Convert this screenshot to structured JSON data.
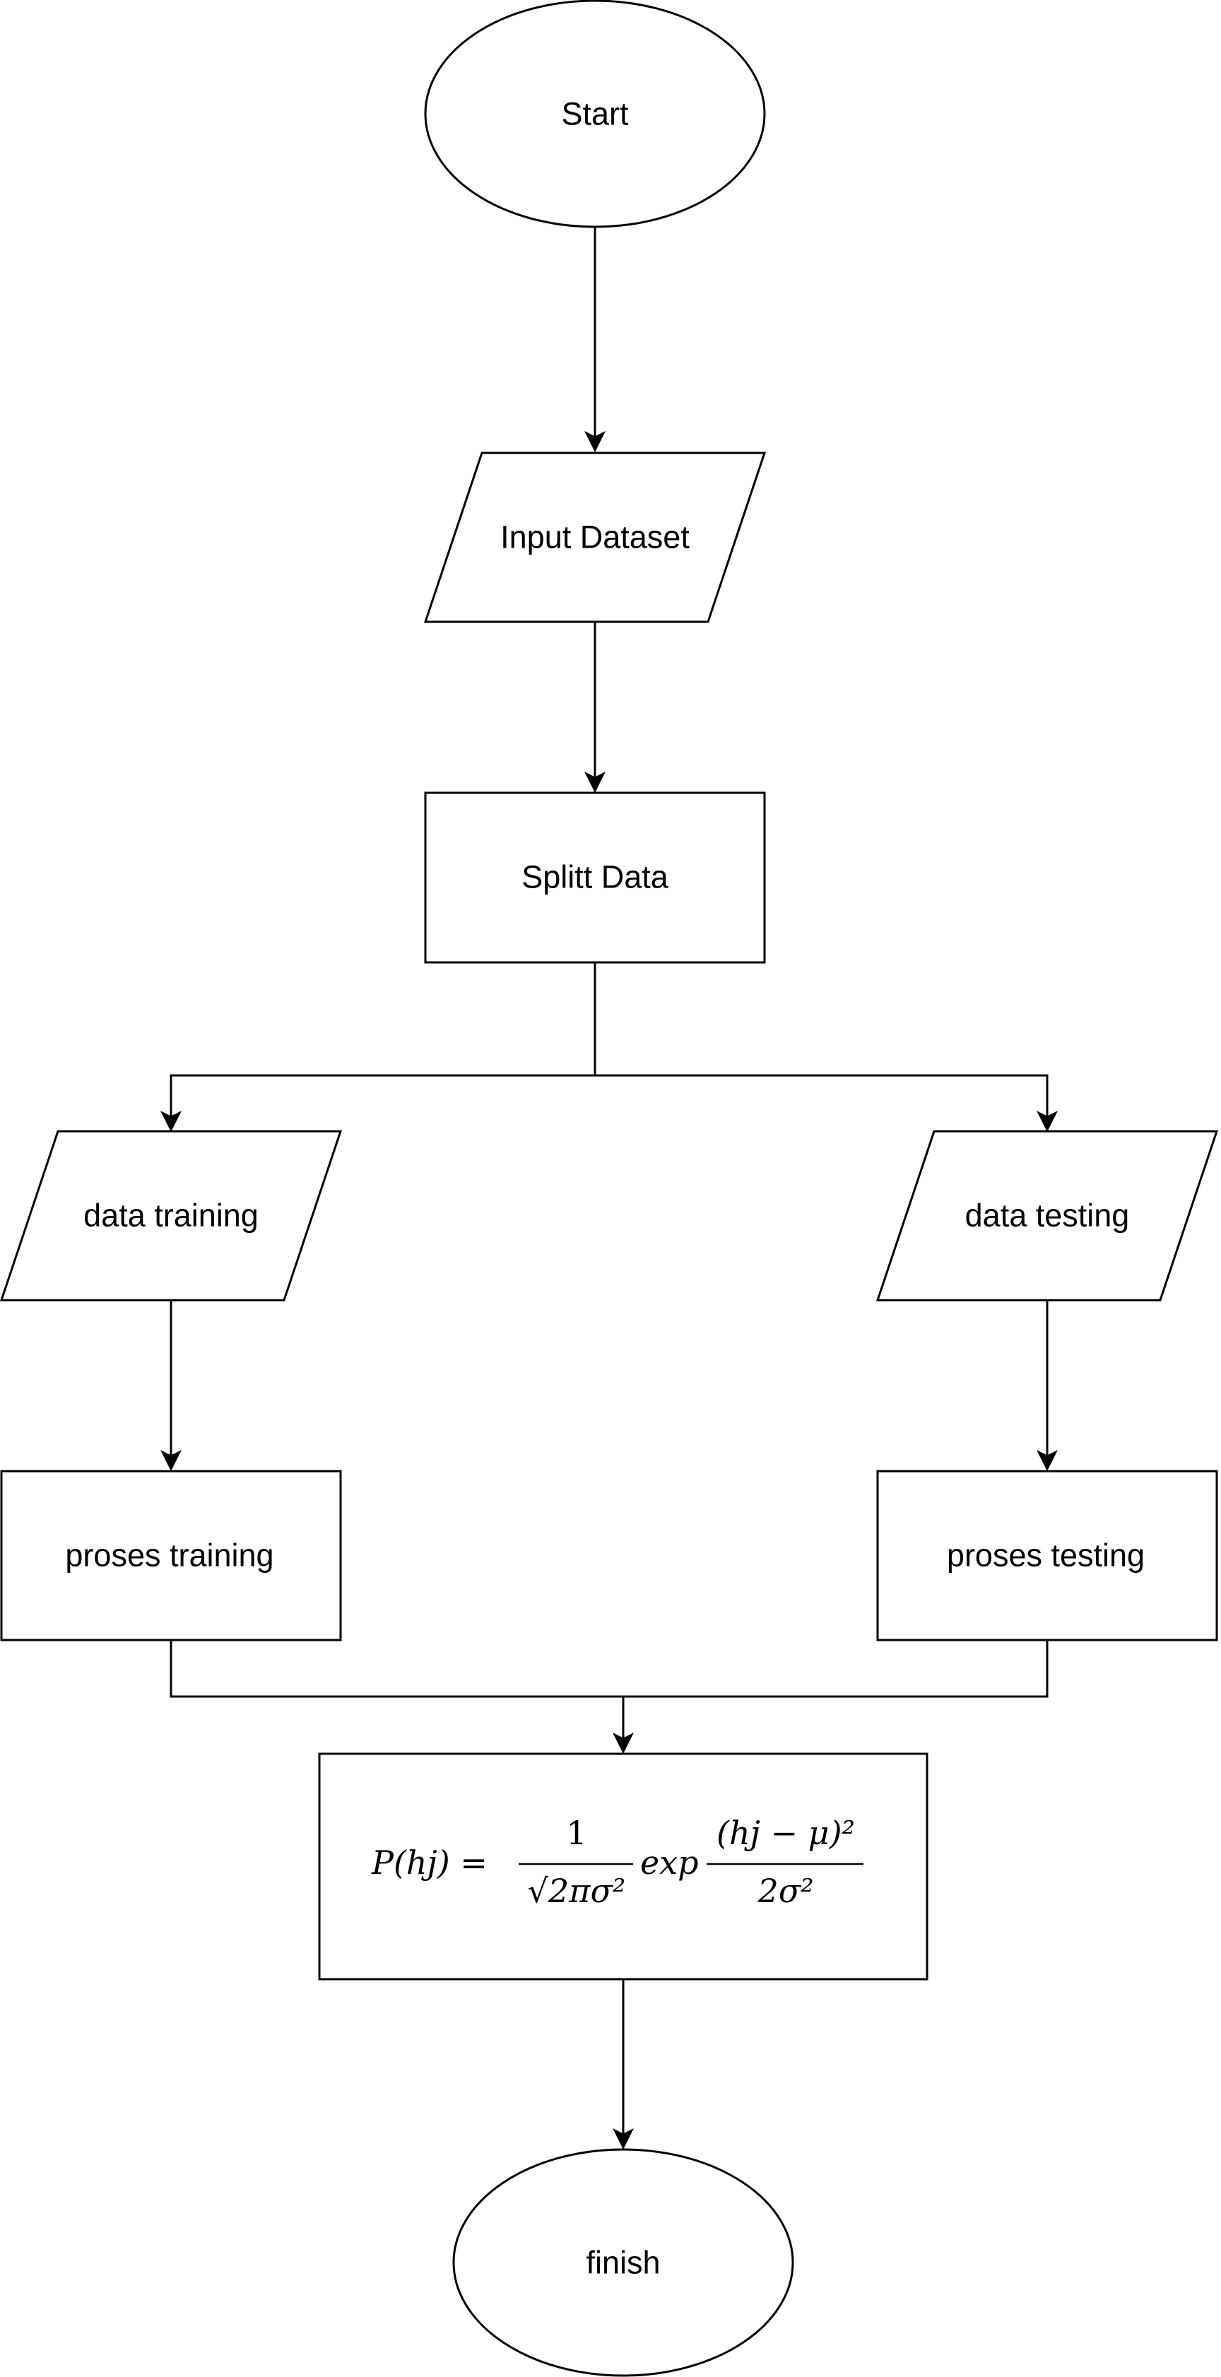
{
  "nodes": {
    "start": {
      "label": "Start",
      "shape": "terminator"
    },
    "input_dataset": {
      "label": "Input Dataset",
      "shape": "data"
    },
    "split_data": {
      "label": "Splitt Data",
      "shape": "process"
    },
    "data_training": {
      "label": "data training",
      "shape": "data"
    },
    "data_testing": {
      "label": "data testing",
      "shape": "data"
    },
    "proses_training": {
      "label": "proses training",
      "shape": "process"
    },
    "proses_testing": {
      "label": "proses testing",
      "shape": "process"
    },
    "formula": {
      "shape": "process",
      "lhs": "P(hj) =",
      "numerator_left": "1",
      "denominator_left": "√2πσ²",
      "exp": "exp",
      "numerator_right": "(hj − μ)²",
      "denominator_right": "2σ²"
    },
    "finish": {
      "label": "finish",
      "shape": "terminator"
    }
  },
  "edges": [
    {
      "from": "start",
      "to": "input_dataset"
    },
    {
      "from": "input_dataset",
      "to": "split_data"
    },
    {
      "from": "split_data",
      "to": "data_training"
    },
    {
      "from": "split_data",
      "to": "data_testing"
    },
    {
      "from": "data_training",
      "to": "proses_training"
    },
    {
      "from": "data_testing",
      "to": "proses_testing"
    },
    {
      "from": "proses_training",
      "to": "formula"
    },
    {
      "from": "proses_testing",
      "to": "formula"
    },
    {
      "from": "formula",
      "to": "finish"
    }
  ],
  "colors": {
    "stroke": "#000000",
    "fill": "#ffffff",
    "text": "#000000"
  }
}
